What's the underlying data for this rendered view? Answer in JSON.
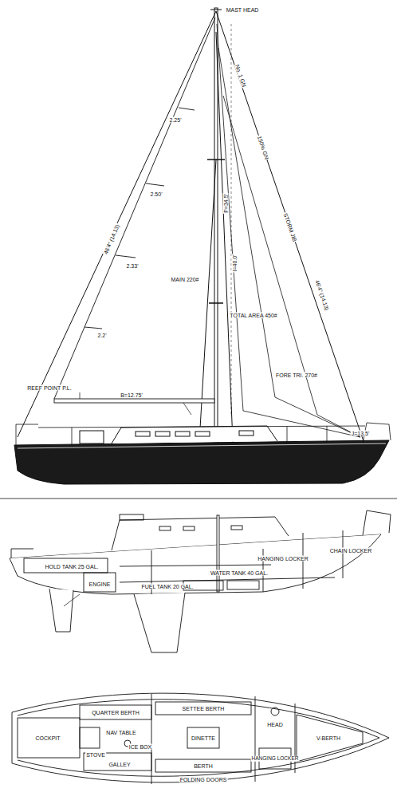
{
  "diagram": {
    "labels": [
      "P=34.5'",
      "I=40.0'",
      "B=12.75'",
      "J=13.5'",
      "2.25'",
      "2.50'",
      "2.33'",
      "2.2'",
      "46'4\" (14.13)",
      "46'4\" (14.13)",
      "MAIN 220#",
      "TOTAL AREA 450#",
      "FORE TRI. 270#",
      "No. 1 GN",
      "150% GN",
      "STORM JIB",
      "REEF POINT P.L.",
      "MAST HEAD",
      "HOLD TANK 25 GAL.",
      "ENGINE",
      "FUEL TANK 20 GAL.",
      "WATER TANK 40 GAL.",
      "HANGING LOCKER",
      "CHAIN LOCKER",
      "COCKPIT",
      "QUARTER BERTH",
      "NAV TABLE",
      "GALLEY",
      "STOVE",
      "ICE BOX",
      "SETTEE BERTH",
      "DINETTE",
      "BERTH",
      "HEAD",
      "HANGING LOCKER",
      "V-BERTH",
      "FOLDING DOORS"
    ]
  }
}
